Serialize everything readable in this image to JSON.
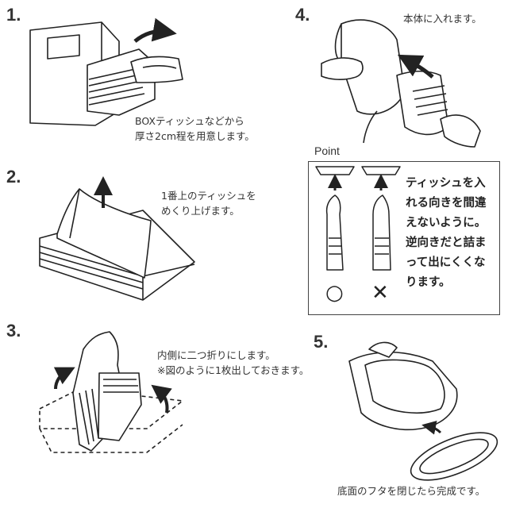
{
  "steps": [
    {
      "number": "1.",
      "caption": "BOXティッシュなどから\n厚さ2cm程を用意します。"
    },
    {
      "number": "2.",
      "caption": "1番上のティッシュを\nめくり上げます。"
    },
    {
      "number": "3.",
      "caption": "内側に二つ折りにします。\n※図のように1枚出しておきます。"
    },
    {
      "number": "4.",
      "caption": "本体に入れます。"
    },
    {
      "number": "5.",
      "caption": "底面のフタを閉じたら完成です。"
    }
  ],
  "point": {
    "label": "Point",
    "text": "ティッシュを入\nれる向きを間違\nえないように。\n逆向きだと詰ま\nって出にくくな\nります。",
    "correct_mark": "○",
    "wrong_mark": "✕"
  }
}
